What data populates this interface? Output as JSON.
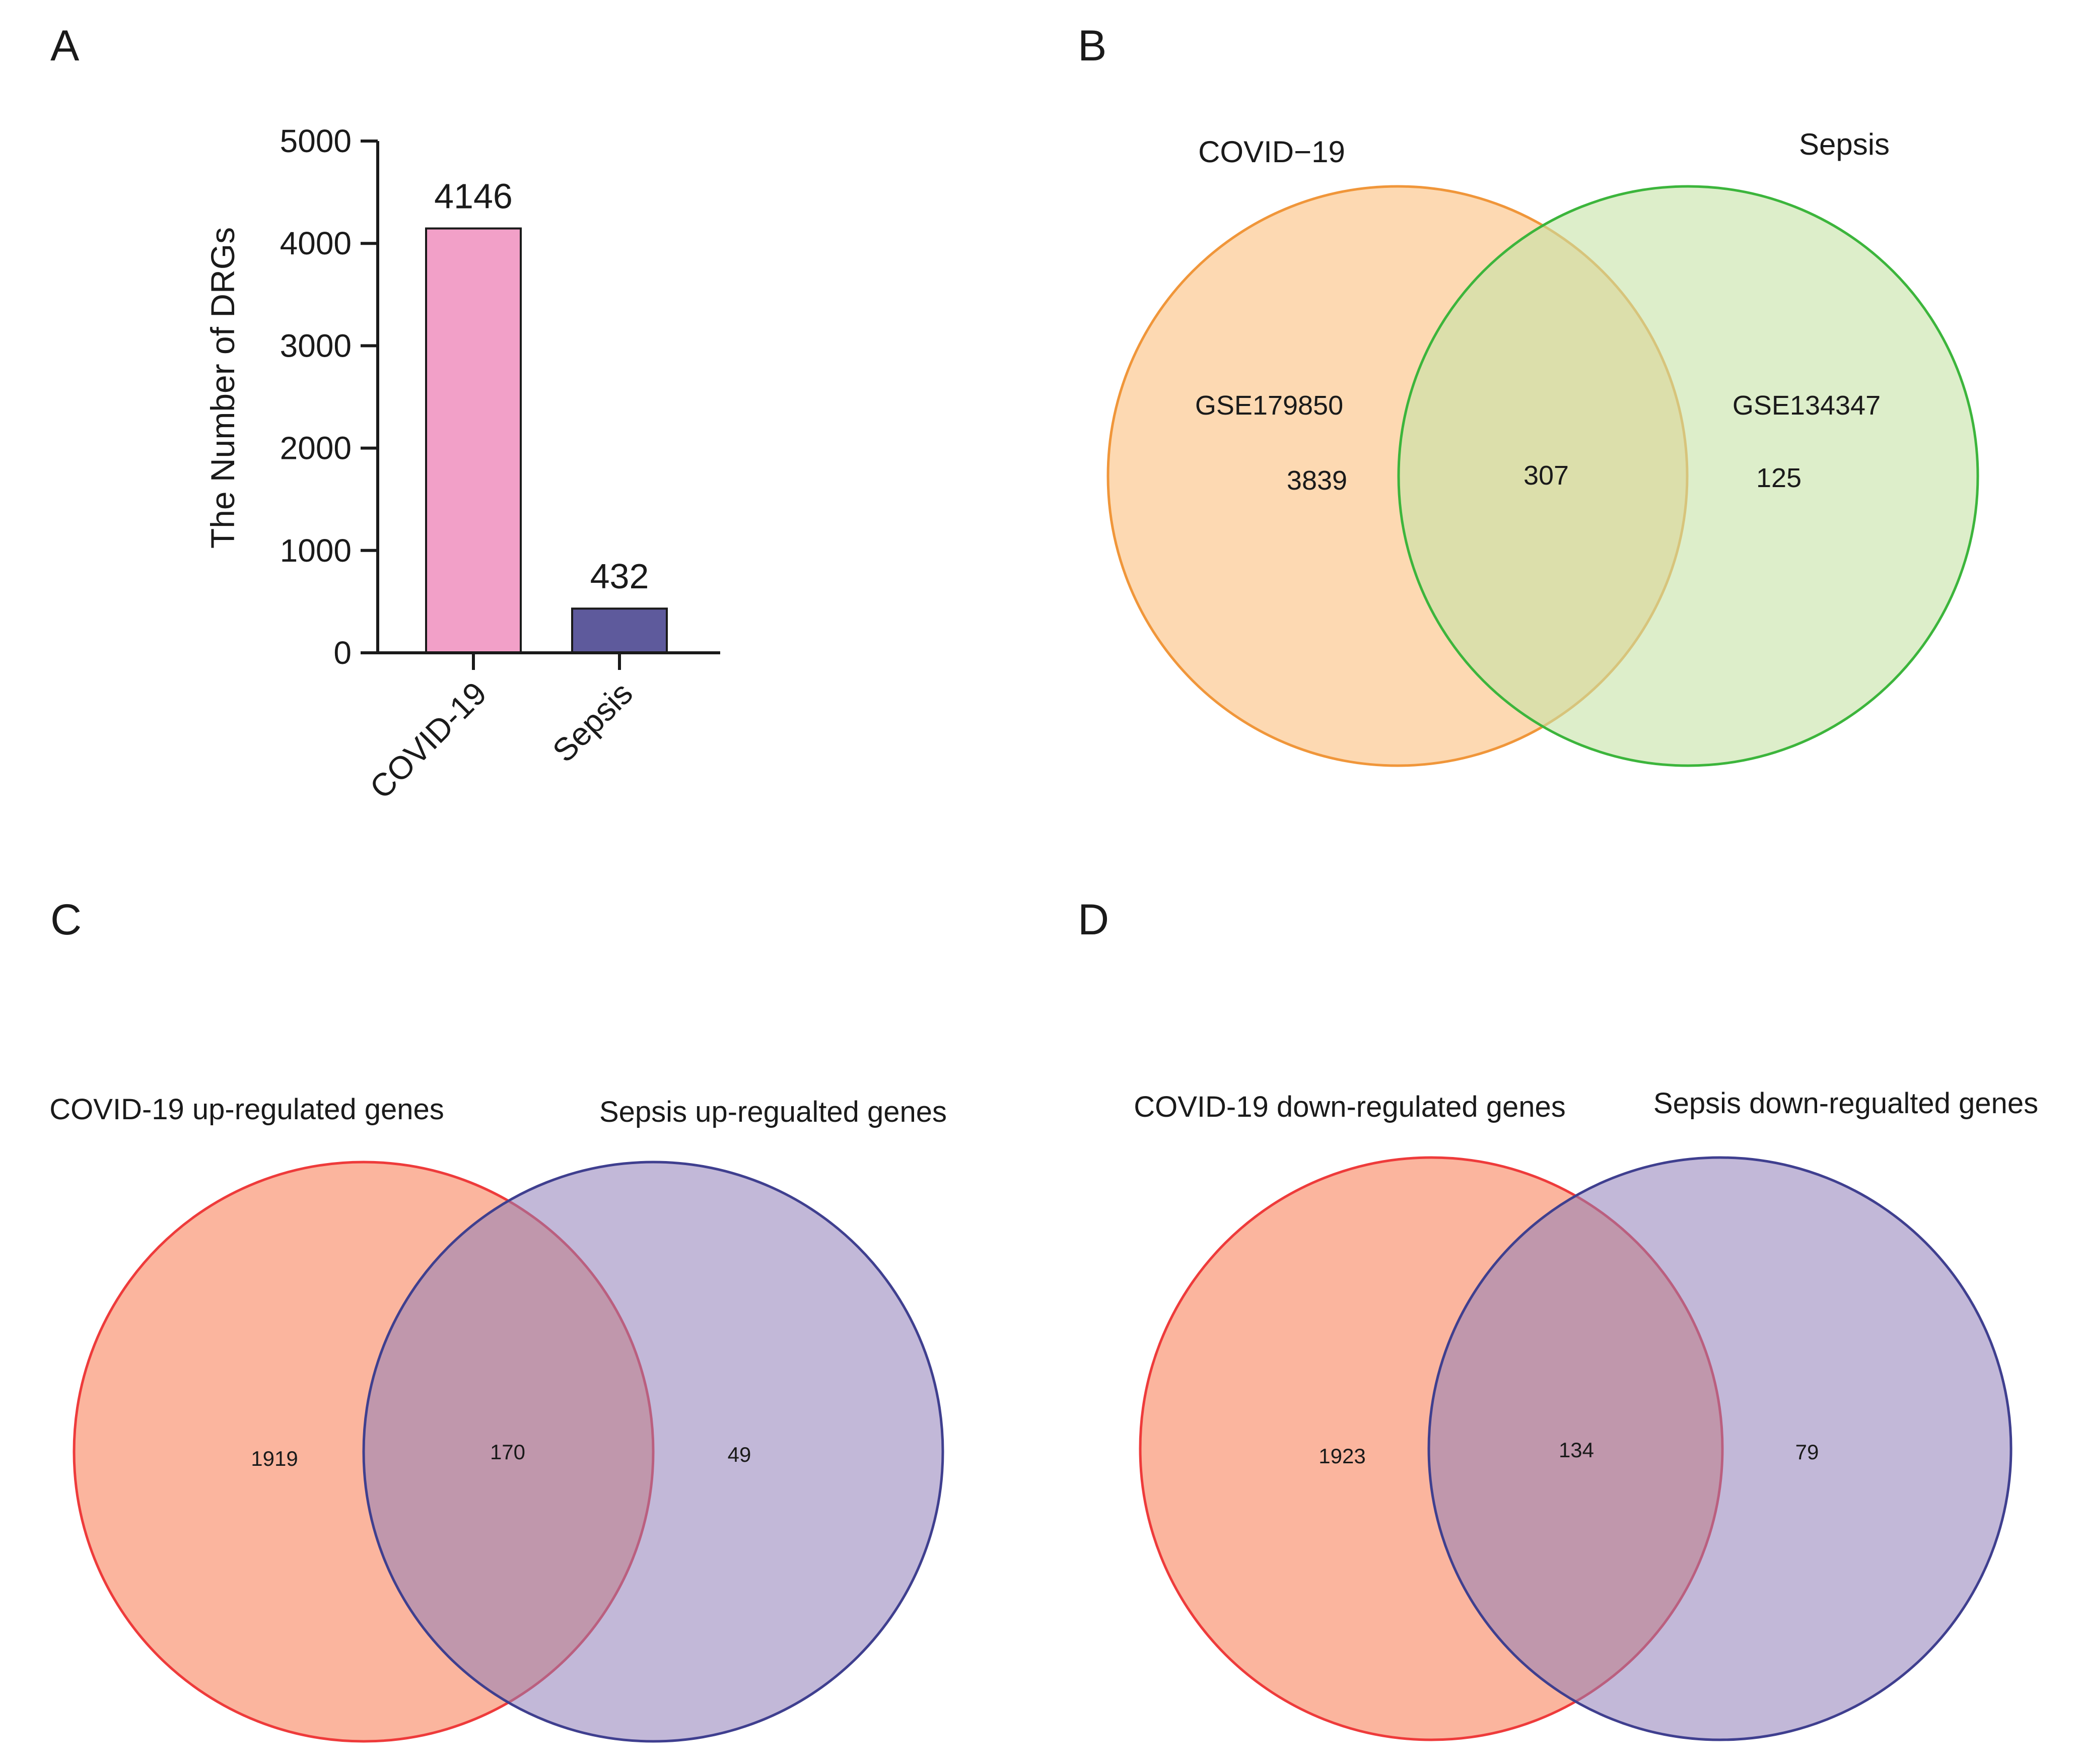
{
  "panels": {
    "a": {
      "letter": "A"
    },
    "b": {
      "letter": "B",
      "set_left": "COVID−19",
      "set_right": "Sepsis",
      "left_dataset": "GSE179850",
      "right_dataset": "GSE134347",
      "left_only": "3839",
      "overlap": "307",
      "right_only": "125",
      "colors": {
        "left_fill": "#fdd5aa",
        "left_stroke": "#f0963a",
        "right_fill": "#c6e2a6",
        "right_stroke": "#3cb53c"
      }
    },
    "c": {
      "letter": "C",
      "set_left": "COVID-19 up-regulated genes",
      "set_right": "Sepsis up-regualted genes",
      "left_only": "1919",
      "overlap": "170",
      "right_only": "49",
      "colors": {
        "left_fill": "#fbb59e",
        "left_stroke": "#ee3b3b",
        "right_fill": "#c4b5d6",
        "right_stroke": "#3f3f8f"
      }
    },
    "d": {
      "letter": "D",
      "set_left": "COVID-19 down-regulated genes",
      "set_right": "Sepsis down-regualted genes",
      "left_only": "1923",
      "overlap": "134",
      "right_only": "79",
      "colors": {
        "left_fill": "#fbb59e",
        "left_stroke": "#ee3b3b",
        "right_fill": "#c4b5d6",
        "right_stroke": "#3f3f8f"
      }
    }
  },
  "chart_data": [
    {
      "type": "bar",
      "categories": [
        "COVID-19",
        "Sepsis"
      ],
      "values": [
        4146,
        432
      ],
      "data_labels": [
        "4146",
        "432"
      ],
      "ylabel": "The Number of DRGs",
      "ylim": [
        0,
        5000
      ],
      "yticks": [
        0,
        1000,
        2000,
        3000,
        4000,
        5000
      ],
      "bar_colors": [
        "#f2a0c8",
        "#5e5a9c"
      ],
      "grid": false
    },
    {
      "type": "venn",
      "sets": [
        "COVID−19",
        "Sepsis"
      ],
      "sizes": {
        "left_only": 3839,
        "overlap": 307,
        "right_only": 125
      }
    },
    {
      "type": "venn",
      "sets": [
        "COVID-19 up-regulated genes",
        "Sepsis up-regualted genes"
      ],
      "sizes": {
        "left_only": 1919,
        "overlap": 170,
        "right_only": 49
      }
    },
    {
      "type": "venn",
      "sets": [
        "COVID-19 down-regulated genes",
        "Sepsis down-regualted genes"
      ],
      "sizes": {
        "left_only": 1923,
        "overlap": 134,
        "right_only": 79
      }
    }
  ]
}
